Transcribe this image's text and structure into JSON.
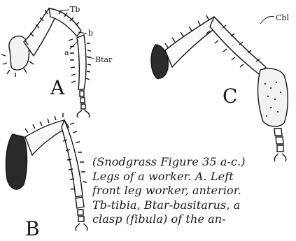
{
  "figure": {
    "panels": [
      {
        "letter": "A",
        "labels": {
          "tibia": "Tb",
          "b": "b",
          "a": "a",
          "basitarsus": "Btar"
        }
      },
      {
        "letter": "B"
      },
      {
        "letter": "C",
        "labels": {
          "cbl": "Cbl"
        }
      }
    ],
    "caption_lines": [
      "(Snodgrass Figure 35 a-c.)",
      "Legs of a worker. A. Left",
      "front leg worker, anterior.",
      "Tb-tibia, Btar-basitarus, a",
      "clasp (fibula) of the an-"
    ]
  },
  "colors": {
    "ink": "#151515",
    "paper": "#ffffff"
  }
}
